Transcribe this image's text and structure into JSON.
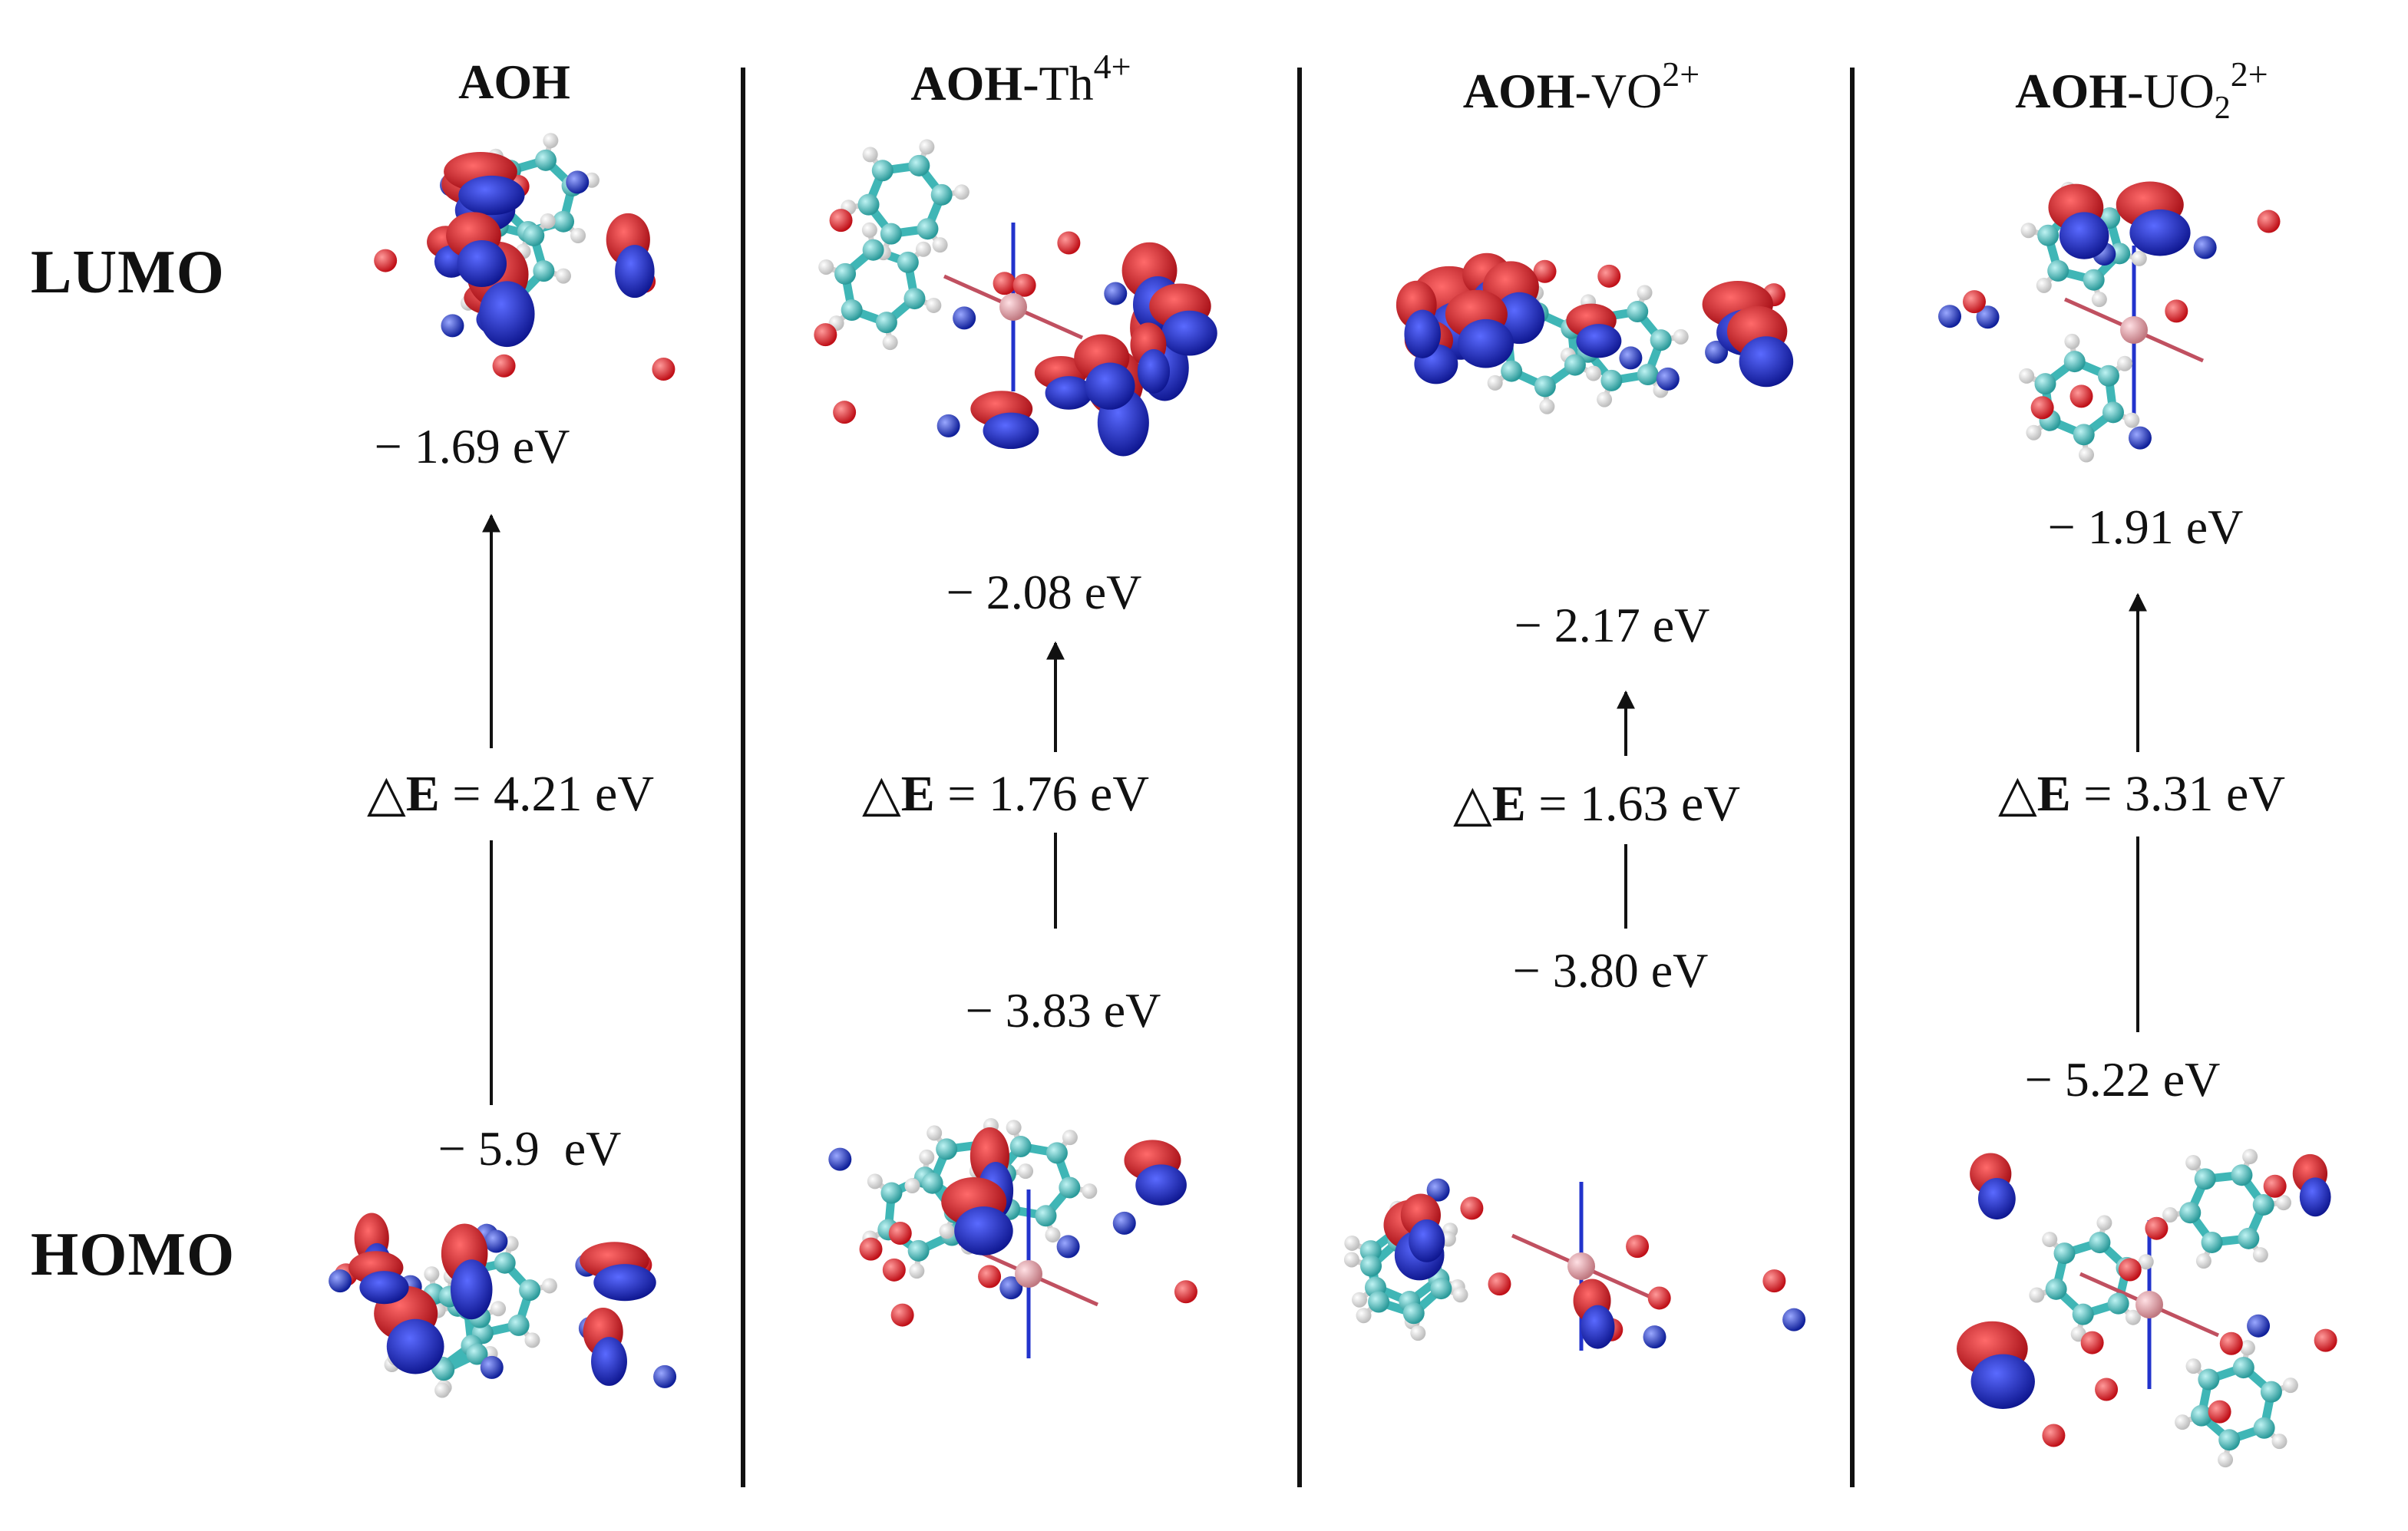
{
  "row_labels": {
    "lumo": "LUMO",
    "homo": "HOMO"
  },
  "columns": [
    {
      "title_bold": "AOH",
      "title_rest": "",
      "title_sub": "",
      "title_sup": "",
      "lumo": "− 1.69 eV",
      "gap_symbol": "△",
      "gap_var": "E",
      "gap_value": "= 4.21 eV",
      "homo": "− 5.9  eV"
    },
    {
      "title_bold": "AOH",
      "title_rest": "-Th",
      "title_sub": "",
      "title_sup": "4+",
      "lumo": "− 2.08 eV",
      "gap_symbol": "△",
      "gap_var": "E",
      "gap_value": "= 1.76 eV",
      "homo": "− 3.83 eV"
    },
    {
      "title_bold": "AOH",
      "title_rest": "-VO",
      "title_sub": "",
      "title_sup": "2+",
      "lumo": "− 2.17 eV",
      "gap_symbol": "△",
      "gap_var": "E",
      "gap_value": "= 1.63 eV",
      "homo": "− 3.80 eV"
    },
    {
      "title_bold": "AOH",
      "title_rest": "-UO",
      "title_sub": "2",
      "title_sup": "2+",
      "lumo": "− 1.91 eV",
      "gap_symbol": "△",
      "gap_var": "E",
      "gap_value": "= 3.31 eV",
      "homo": "− 5.22 eV"
    }
  ],
  "colors": {
    "orbital_positive": "#cc1020",
    "orbital_negative": "#1020c0",
    "carbon": "#3fb6b6",
    "hydrogen": "#f2f2f2",
    "oxygen": "#e8202a",
    "nitrogen": "#2233cc",
    "metal": "#e8a0a8"
  }
}
